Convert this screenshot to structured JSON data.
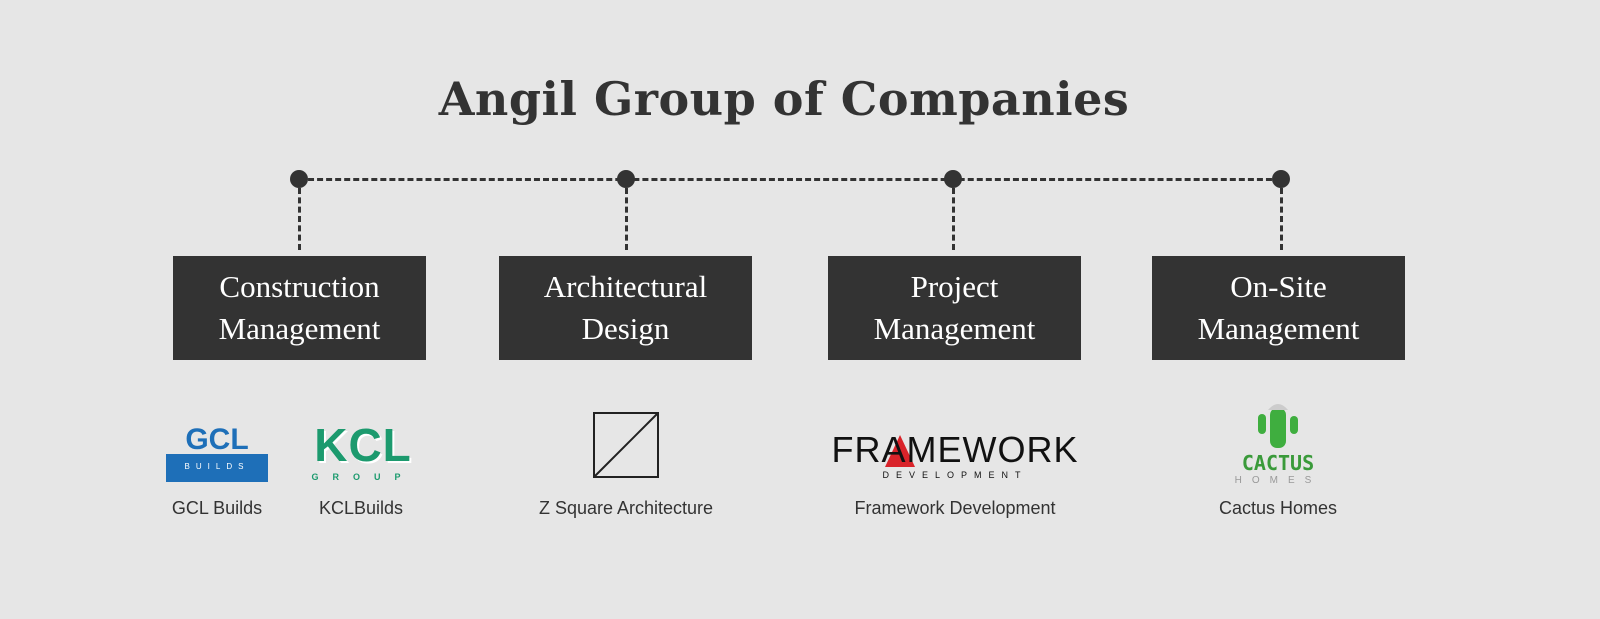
{
  "title": "Angil Group of Companies",
  "divisions": [
    {
      "line1": "Construction",
      "line2": "Management"
    },
    {
      "line1": "Architectural",
      "line2": "Design"
    },
    {
      "line1": "Project",
      "line2": "Management"
    },
    {
      "line1": "On-Site",
      "line2": "Management"
    }
  ],
  "companies": [
    {
      "name": "GCL Builds",
      "logo_text": "GCL",
      "logo_sub": "BUILDS",
      "color": "#1e6fb8"
    },
    {
      "name": "KCLBuilds",
      "logo_text": "KCL",
      "logo_sub": "GROUP",
      "color": "#1c9a6e"
    },
    {
      "name": "Z Square Architecture"
    },
    {
      "name": "Framework Development",
      "logo_text": "FRAMEWORK",
      "logo_sub": "DEVELOPMENT",
      "accent": "#d9232a"
    },
    {
      "name": "Cactus Homes",
      "logo_text": "CACTUS",
      "logo_sub": "HOMES",
      "color": "#3a9a3a"
    }
  ]
}
